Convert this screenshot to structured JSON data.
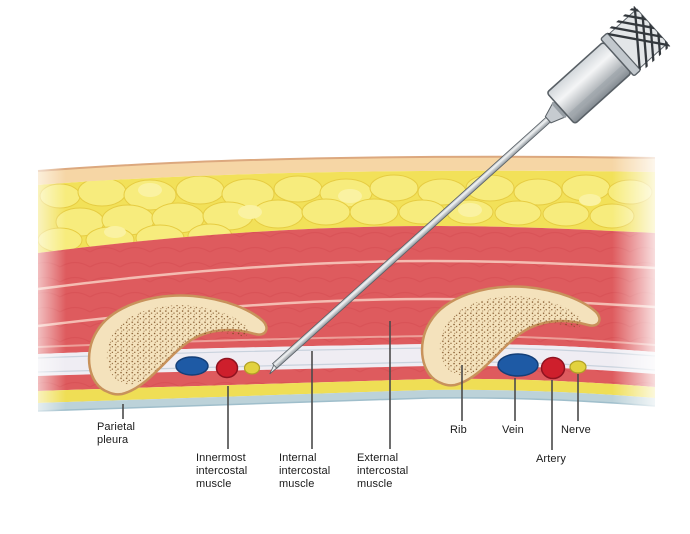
{
  "figure": {
    "description": "Cross-section of chest wall layers with needle inserted between ribs toward intercostal space"
  },
  "labels": {
    "parietal_pleura": "Parietal\npleura",
    "innermost": "Innermost\nintercostal\nmuscle",
    "internal": "Internal\nintercostal\nmuscle",
    "external": "External\nintercostal\nmuscle",
    "rib": "Rib",
    "vein": "Vein",
    "artery": "Artery",
    "nerve": "Nerve"
  },
  "colors": {
    "skin": "#F6D6A5",
    "skin_edge": "#DCA87E",
    "fat": "#F2E159",
    "fat_lobule": "#F7EC7D",
    "fat_lobule_edge": "#E6CC42",
    "fat_highlight": "#FAF2A2",
    "muscle": "#DE5B5E",
    "muscle_fiber": "#C8383F",
    "fascia_line": "#F4BCB2",
    "channel": "#EFEDF3",
    "channel_streak": "#C9D2DD",
    "extrapleural_fat": "#EFDE55",
    "pleura": "#BCD2D9",
    "pleura_edge": "#9FBECB",
    "rib_fill": "#F4E2BC",
    "rib_edge": "#C8925B",
    "rib_speckle": "#7A4D20",
    "vein": "#1E5AA5",
    "vein_edge": "#143F78",
    "artery": "#CE1F2C",
    "artery_edge": "#8F1320",
    "nerve": "#E2D23E",
    "nerve_edge": "#B1A026",
    "syringe_outline": "#596066",
    "hatch": "#33383D",
    "leader": "#4A4A4A",
    "text": "#1A1A1A"
  }
}
